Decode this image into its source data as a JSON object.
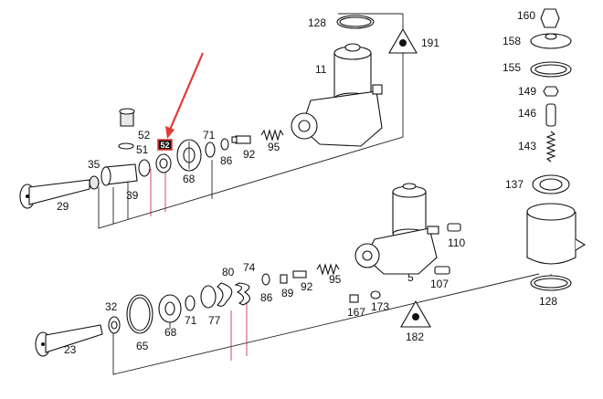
{
  "diagram": {
    "highlight_color": "#e53935",
    "selected_label": "52",
    "labels": {
      "p128_top": "128",
      "p191": "191",
      "p11": "11",
      "p52": "52",
      "p51": "51",
      "p71_top": "71",
      "p35": "35",
      "p39": "39",
      "p68_top": "68",
      "p86_top": "86",
      "p92_top": "92",
      "p95_top": "95",
      "p29": "29",
      "p160": "160",
      "p158": "158",
      "p155": "155",
      "p149": "149",
      "p146": "146",
      "p143": "143",
      "p137": "137",
      "p110": "110",
      "p5": "5",
      "p107": "107",
      "p128_bot": "128",
      "p80": "80",
      "p74": "74",
      "p95_bot": "95",
      "p92_bot": "92",
      "p89": "89",
      "p86_bot": "86",
      "p32": "32",
      "p65": "65",
      "p68_bot": "68",
      "p71_bot": "71",
      "p77": "77",
      "p167": "167",
      "p173": "173",
      "p182": "182",
      "p23": "23"
    }
  }
}
